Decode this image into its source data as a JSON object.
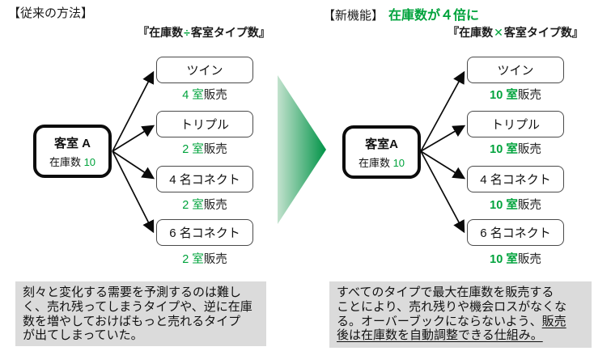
{
  "colors": {
    "accent_green": "#00a33c",
    "arrow_gradient_start": "#c3e2ce",
    "arrow_gradient_end": "#009347",
    "note_background": "#dbdbdb"
  },
  "left_panel": {
    "header": "【従来の方法】",
    "formula": {
      "open": "『在庫数",
      "operator": "÷",
      "close": "客室タイプ数』"
    },
    "root": {
      "title": "客室 A",
      "stock_label": "在庫数",
      "stock_value": "10"
    },
    "types": [
      {
        "label": "ツイン",
        "sold_count": "4 室",
        "sold_label": "販売"
      },
      {
        "label": "トリプル",
        "sold_count": "2 室",
        "sold_label": "販売"
      },
      {
        "label": "4 名コネクト",
        "sold_count": "2 室",
        "sold_label": "販売"
      },
      {
        "label": "6 名コネクト",
        "sold_count": "2 室",
        "sold_label": "販売"
      }
    ],
    "note_lines": [
      "刻々と変化する需要を予測するのは難し",
      "く、売れ残ってしまうタイプや、逆に在庫",
      "数を増やしておけばもっと売れるタイプ",
      "が出てしまっていた。"
    ]
  },
  "right_panel": {
    "header": "【新機能】",
    "header_highlight": "在庫数が４倍に",
    "formula": {
      "open": "『在庫数",
      "operator": "✕",
      "close": "客室タイプ数』"
    },
    "root": {
      "title": "客室A",
      "stock_label": "在庫数",
      "stock_value": "10"
    },
    "types": [
      {
        "label": "ツイン",
        "sold_count": "10 室",
        "sold_label": "販売"
      },
      {
        "label": "トリプル",
        "sold_count": "10 室",
        "sold_label": "販売"
      },
      {
        "label": "4 名コネクト",
        "sold_count": "10 室",
        "sold_label": "販売"
      },
      {
        "label": "6 名コネクト",
        "sold_count": "10 室",
        "sold_label": "販売"
      }
    ],
    "note_lines": [
      {
        "normal": "すべてのタイプで最大在庫数を販売する",
        "underline": ""
      },
      {
        "normal": "ことにより、売れ残りや機会ロスがなくな",
        "underline": ""
      },
      {
        "normal": "る。オーバーブックにならないよう、",
        "underline": "販売"
      },
      {
        "normal": "",
        "underline": "後は在庫数を自動調整できる仕組み。"
      }
    ]
  }
}
